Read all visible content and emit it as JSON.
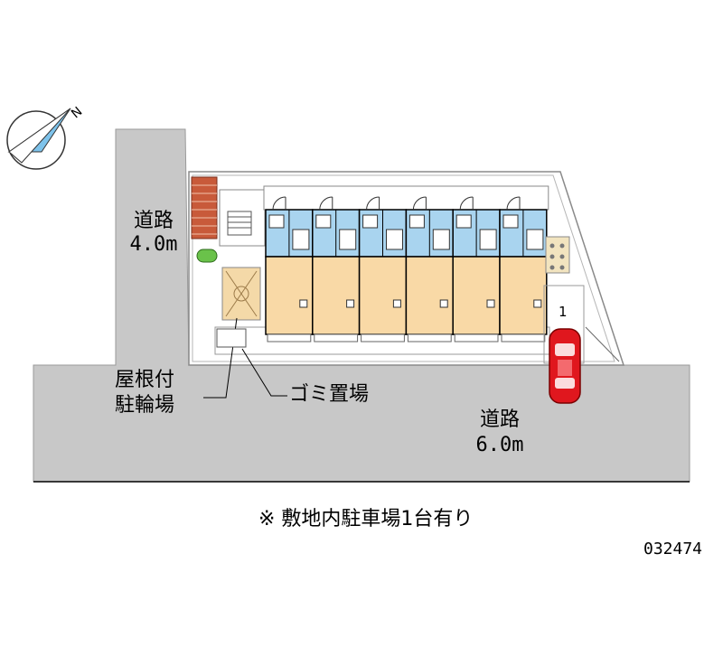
{
  "roads": {
    "north": {
      "name": "道路",
      "width": "4.0m"
    },
    "south": {
      "name": "道路",
      "width": "6.0m"
    }
  },
  "labels": {
    "bike_parking": [
      "屋根付",
      "駐輪場"
    ],
    "garbage": "ゴミ置場",
    "parking_slot": "1"
  },
  "compass": {
    "north_mark": "N"
  },
  "note": "※ 敷地内駐車場1台有り",
  "property_id": "032474",
  "colors": {
    "road": "#c8c8c8",
    "building_interior": "#f9d9a6",
    "wet_area": "#a9d4ef",
    "outline": "#000000",
    "site_border": "#9b9b9b",
    "car_body": "#e0171e",
    "brick": "#c85a3a",
    "shrub": "#6ac24a"
  },
  "units_count": 6
}
